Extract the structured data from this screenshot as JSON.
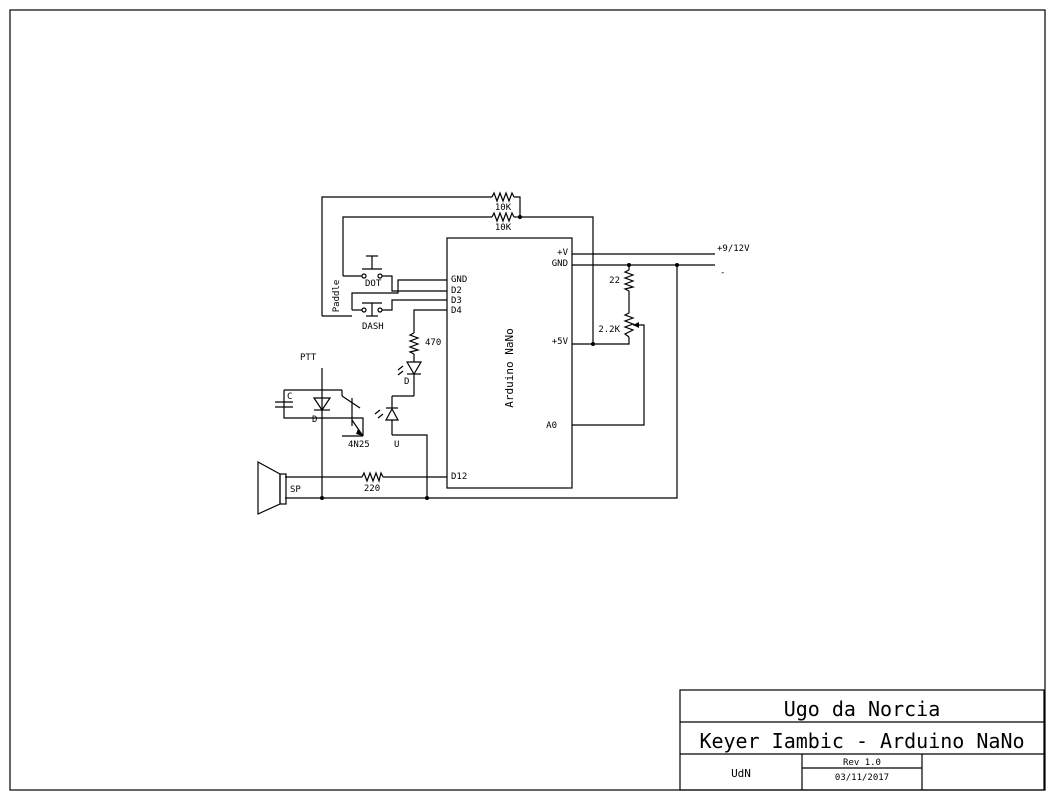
{
  "title_block": {
    "author": "Ugo da Norcia",
    "project": "Keyer Iambic - Arduino NaNo",
    "initials": "UdN",
    "revision": "Rev 1.0",
    "date": "03/11/2017"
  },
  "arduino": {
    "name": "Arduino NaNo",
    "pins_left": [
      "GND",
      "D2",
      "D3",
      "D4",
      "D12"
    ],
    "pins_right": [
      "+V",
      "GND",
      "+5V",
      "A0"
    ]
  },
  "power": {
    "positive": "+9/12V",
    "negative": "-"
  },
  "components": {
    "r_top1": "10K",
    "r_top2": "10K",
    "r_led": "470",
    "r_speaker": "220",
    "r_22": "22",
    "pot": "2.2K",
    "sw_dot": "DOT",
    "sw_dash": "DASH",
    "paddle": "Paddle",
    "led": "D",
    "opto_led": "U",
    "opto": "4N25",
    "cap": "C",
    "diode": "D",
    "ptt": "PTT",
    "speaker": "SP"
  }
}
